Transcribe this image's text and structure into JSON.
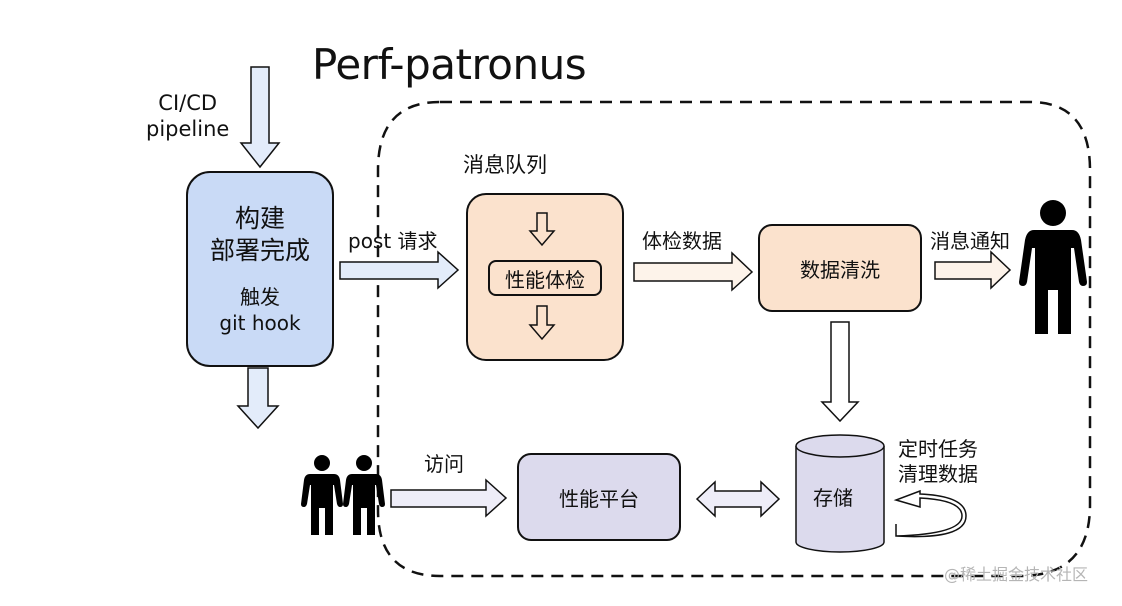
{
  "title": "Perf-patronus",
  "colors": {
    "build_fill": "#c9daf6",
    "queue_fill": "#fbe2cd",
    "platform_fill": "#dcdaed",
    "arrow_blue": "#e3ecfa",
    "arrow_peach": "#fdf3ea",
    "arrow_lavender": "#eeedf8",
    "stroke": "#111111",
    "watermark": "#b5b5b5"
  },
  "nodes": {
    "cicd": {
      "line1": "CI/CD",
      "line2": "pipeline"
    },
    "build": {
      "line1": "构建",
      "line2": "部署完成",
      "sub1": "触发",
      "sub2": "git hook"
    },
    "message_queue": {
      "label": "消息队列",
      "inner": "性能体检"
    },
    "data_cleaning": {
      "label": "数据清洗"
    },
    "platform": {
      "label": "性能平台"
    },
    "storage": {
      "label": "存储"
    },
    "user_single": {
      "label": "user"
    },
    "users_group": {
      "label": "users"
    }
  },
  "edges": {
    "post_request": "post 请求",
    "check_data": "体检数据",
    "notify": "消息通知",
    "visit": "访问",
    "cron_line1": "定时任务",
    "cron_line2": "清理数据"
  },
  "watermark": "@稀土掘金技术社区"
}
